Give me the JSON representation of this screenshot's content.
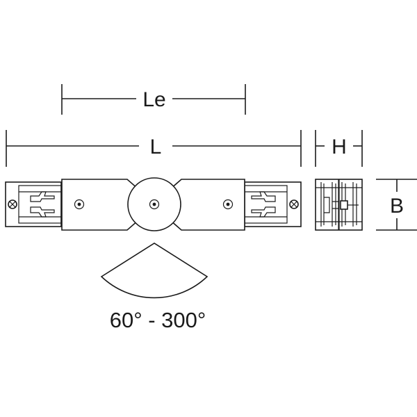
{
  "dimensions": {
    "le": "Le",
    "l": "L",
    "h": "H",
    "b": "B"
  },
  "angle_range": "60° - 300°",
  "colors": {
    "line": "#1a1a1a",
    "background": "#ffffff"
  }
}
